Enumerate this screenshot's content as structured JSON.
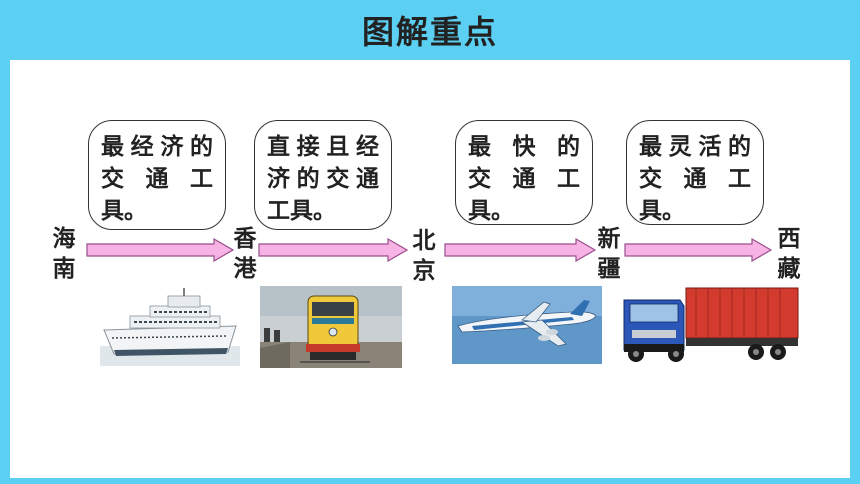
{
  "title": "图解重点",
  "places": [
    {
      "l1": "海",
      "l2": "南"
    },
    {
      "l1": "香",
      "l2": "港"
    },
    {
      "l1": "北",
      "l2": "京"
    },
    {
      "l1": "新",
      "l2": "疆"
    },
    {
      "l1": "西",
      "l2": "藏"
    }
  ],
  "bubbles": [
    {
      "l1": "最经济的",
      "l2": "交 通 工",
      "l3": "具。"
    },
    {
      "l1": "直接且经",
      "l2": "济的交通",
      "l3": "工具。"
    },
    {
      "l1": "最 快 的",
      "l2": "交 通 工",
      "l3": "具。"
    },
    {
      "l1": "最灵活的",
      "l2": "交 通 工",
      "l3": "具。"
    }
  ],
  "vehicles": [
    "ship-icon",
    "train-icon",
    "airplane-icon",
    "truck-icon"
  ],
  "colors": {
    "header_bg": "#5bd0f2",
    "arrow_fill": "#f7b3e4",
    "arrow_stroke": "#9a4f8d"
  }
}
